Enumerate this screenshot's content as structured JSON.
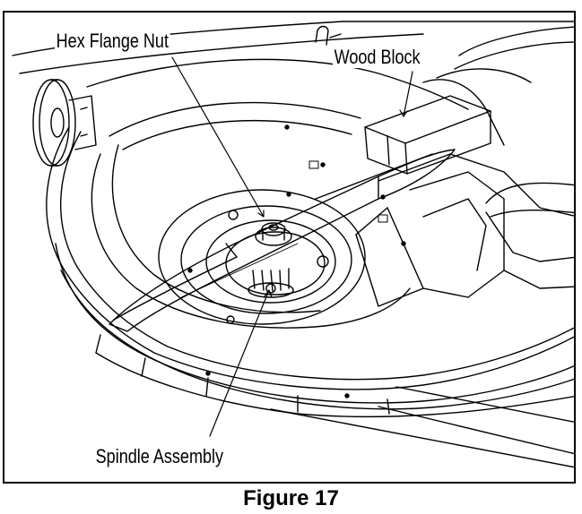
{
  "callouts": {
    "hex_flange_nut": "Hex Flange Nut",
    "wood_block": "Wood Block",
    "spindle_assembly": "Spindle Assembly"
  },
  "caption": "Figure 17",
  "colors": {
    "line": "#000000",
    "background": "#ffffff"
  }
}
